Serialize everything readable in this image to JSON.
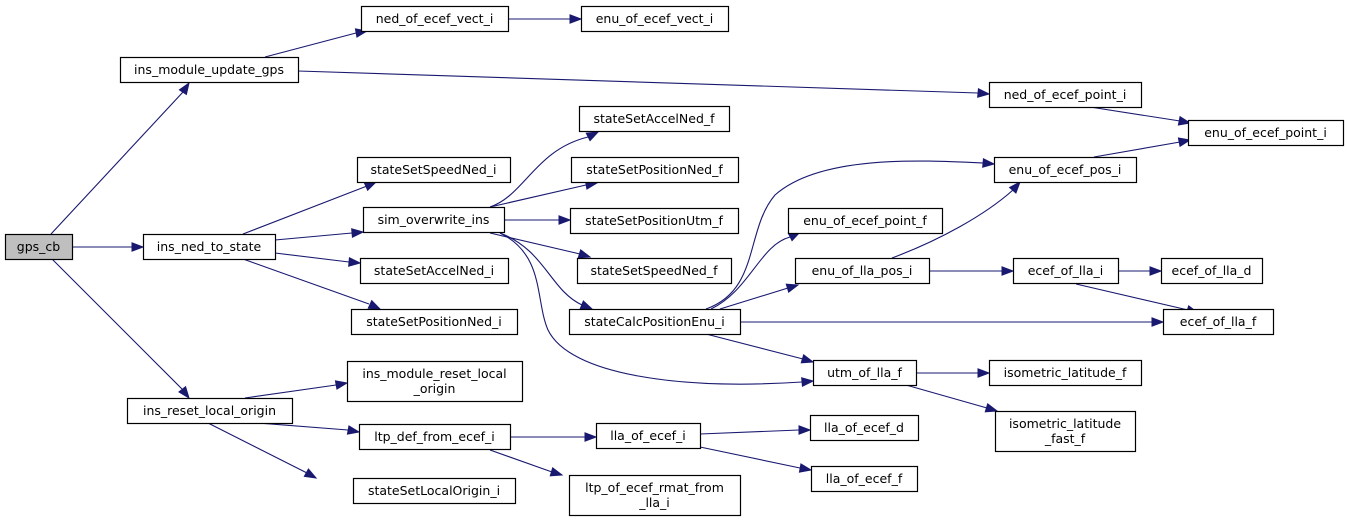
{
  "diagram": {
    "type": "call-graph",
    "colors": {
      "edge": "#191970",
      "root_fill": "#bfbfbf",
      "node_fill": "#ffffff",
      "border": "#000000"
    },
    "root": "gps_cb",
    "nodes": [
      {
        "id": "gps_cb",
        "label": [
          "gps_cb"
        ],
        "root": true
      },
      {
        "id": "ins_module_update_gps",
        "label": [
          "ins_module_update_gps"
        ]
      },
      {
        "id": "ins_ned_to_state",
        "label": [
          "ins_ned_to_state"
        ]
      },
      {
        "id": "ins_reset_local_origin",
        "label": [
          "ins_reset_local_origin"
        ]
      },
      {
        "id": "ned_of_ecef_vect_i",
        "label": [
          "ned_of_ecef_vect_i"
        ]
      },
      {
        "id": "enu_of_ecef_vect_i",
        "label": [
          "enu_of_ecef_vect_i"
        ]
      },
      {
        "id": "ned_of_ecef_point_i",
        "label": [
          "ned_of_ecef_point_i"
        ]
      },
      {
        "id": "enu_of_ecef_point_i",
        "label": [
          "enu_of_ecef_point_i"
        ]
      },
      {
        "id": "stateSetSpeedNed_i",
        "label": [
          "stateSetSpeedNed_i"
        ]
      },
      {
        "id": "sim_overwrite_ins",
        "label": [
          "sim_overwrite_ins"
        ]
      },
      {
        "id": "stateSetAccelNed_i",
        "label": [
          "stateSetAccelNed_i"
        ]
      },
      {
        "id": "stateSetPositionNed_i",
        "label": [
          "stateSetPositionNed_i"
        ]
      },
      {
        "id": "stateSetAccelNed_f",
        "label": [
          "stateSetAccelNed_f"
        ]
      },
      {
        "id": "stateSetPositionNed_f",
        "label": [
          "stateSetPositionNed_f"
        ]
      },
      {
        "id": "stateSetPositionUtm_f",
        "label": [
          "stateSetPositionUtm_f"
        ]
      },
      {
        "id": "stateSetSpeedNed_f",
        "label": [
          "stateSetSpeedNed_f"
        ]
      },
      {
        "id": "stateCalcPositionEnu_i",
        "label": [
          "stateCalcPositionEnu_i"
        ]
      },
      {
        "id": "enu_of_ecef_pos_i",
        "label": [
          "enu_of_ecef_pos_i"
        ]
      },
      {
        "id": "enu_of_ecef_point_f",
        "label": [
          "enu_of_ecef_point_f"
        ]
      },
      {
        "id": "enu_of_lla_pos_i",
        "label": [
          "enu_of_lla_pos_i"
        ]
      },
      {
        "id": "ecef_of_lla_i",
        "label": [
          "ecef_of_lla_i"
        ]
      },
      {
        "id": "ecef_of_lla_d",
        "label": [
          "ecef_of_lla_d"
        ]
      },
      {
        "id": "ecef_of_lla_f",
        "label": [
          "ecef_of_lla_f"
        ]
      },
      {
        "id": "utm_of_lla_f",
        "label": [
          "utm_of_lla_f"
        ]
      },
      {
        "id": "isometric_latitude_f",
        "label": [
          "isometric_latitude_f"
        ]
      },
      {
        "id": "isometric_latitude_fast_f",
        "label": [
          "isometric_latitude",
          "_fast_f"
        ]
      },
      {
        "id": "ins_module_reset_local_origin",
        "label": [
          "ins_module_reset_local",
          "_origin"
        ]
      },
      {
        "id": "ltp_def_from_ecef_i",
        "label": [
          "ltp_def_from_ecef_i"
        ]
      },
      {
        "id": "stateSetLocalOrigin_i",
        "label": [
          "stateSetLocalOrigin_i"
        ]
      },
      {
        "id": "lla_of_ecef_i",
        "label": [
          "lla_of_ecef_i"
        ]
      },
      {
        "id": "ltp_of_ecef_rmat_from_lla_i",
        "label": [
          "ltp_of_ecef_rmat_from",
          "_lla_i"
        ]
      },
      {
        "id": "lla_of_ecef_d",
        "label": [
          "lla_of_ecef_d"
        ]
      },
      {
        "id": "lla_of_ecef_f",
        "label": [
          "lla_of_ecef_f"
        ]
      }
    ],
    "edges": [
      [
        "gps_cb",
        "ins_module_update_gps"
      ],
      [
        "gps_cb",
        "ins_ned_to_state"
      ],
      [
        "gps_cb",
        "ins_reset_local_origin"
      ],
      [
        "ins_module_update_gps",
        "ned_of_ecef_vect_i"
      ],
      [
        "ins_module_update_gps",
        "ned_of_ecef_point_i"
      ],
      [
        "ned_of_ecef_vect_i",
        "enu_of_ecef_vect_i"
      ],
      [
        "ned_of_ecef_point_i",
        "enu_of_ecef_point_i"
      ],
      [
        "ins_ned_to_state",
        "stateSetSpeedNed_i"
      ],
      [
        "ins_ned_to_state",
        "sim_overwrite_ins"
      ],
      [
        "ins_ned_to_state",
        "stateSetAccelNed_i"
      ],
      [
        "ins_ned_to_state",
        "stateSetPositionNed_i"
      ],
      [
        "sim_overwrite_ins",
        "stateSetAccelNed_f"
      ],
      [
        "sim_overwrite_ins",
        "stateSetPositionNed_f"
      ],
      [
        "sim_overwrite_ins",
        "stateSetPositionUtm_f"
      ],
      [
        "sim_overwrite_ins",
        "stateSetSpeedNed_f"
      ],
      [
        "sim_overwrite_ins",
        "stateCalcPositionEnu_i"
      ],
      [
        "sim_overwrite_ins",
        "utm_of_lla_f"
      ],
      [
        "stateCalcPositionEnu_i",
        "enu_of_ecef_pos_i"
      ],
      [
        "stateCalcPositionEnu_i",
        "enu_of_ecef_point_f"
      ],
      [
        "stateCalcPositionEnu_i",
        "enu_of_lla_pos_i"
      ],
      [
        "stateCalcPositionEnu_i",
        "ecef_of_lla_f"
      ],
      [
        "stateCalcPositionEnu_i",
        "utm_of_lla_f"
      ],
      [
        "enu_of_ecef_pos_i",
        "enu_of_ecef_point_i"
      ],
      [
        "enu_of_lla_pos_i",
        "enu_of_ecef_pos_i"
      ],
      [
        "enu_of_lla_pos_i",
        "ecef_of_lla_i"
      ],
      [
        "ecef_of_lla_i",
        "ecef_of_lla_d"
      ],
      [
        "ecef_of_lla_i",
        "ecef_of_lla_f"
      ],
      [
        "utm_of_lla_f",
        "isometric_latitude_f"
      ],
      [
        "utm_of_lla_f",
        "isometric_latitude_fast_f"
      ],
      [
        "ins_reset_local_origin",
        "ins_module_reset_local_origin"
      ],
      [
        "ins_reset_local_origin",
        "ltp_def_from_ecef_i"
      ],
      [
        "ins_reset_local_origin",
        "stateSetLocalOrigin_i"
      ],
      [
        "ltp_def_from_ecef_i",
        "lla_of_ecef_i"
      ],
      [
        "ltp_def_from_ecef_i",
        "ltp_of_ecef_rmat_from_lla_i"
      ],
      [
        "lla_of_ecef_i",
        "lla_of_ecef_d"
      ],
      [
        "lla_of_ecef_i",
        "lla_of_ecef_f"
      ]
    ]
  }
}
